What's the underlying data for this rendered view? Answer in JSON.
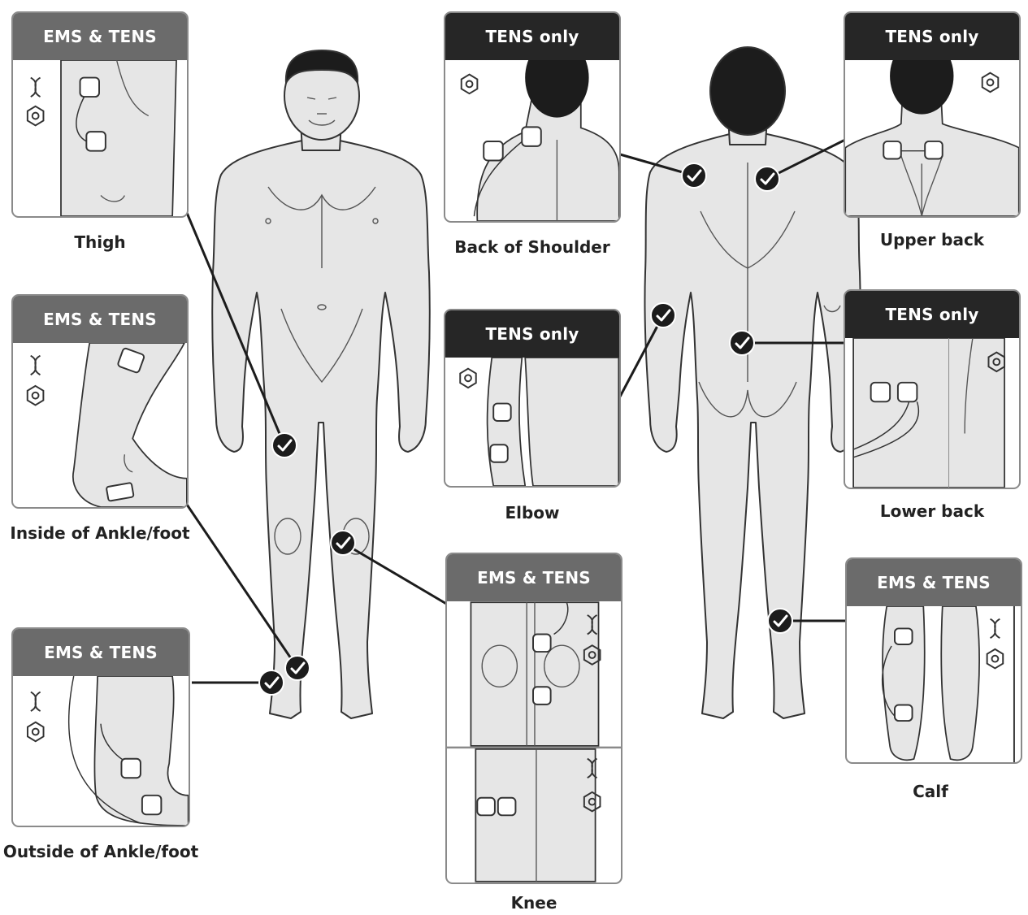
{
  "cards": {
    "thigh": {
      "header": "EMS & TENS",
      "label": "Thigh"
    },
    "inside_ankle": {
      "header": "EMS & TENS",
      "label": "Inside of Ankle/foot"
    },
    "outside_ankle": {
      "header": "EMS & TENS",
      "label": "Outside of Ankle/foot"
    },
    "back_shoulder": {
      "header": "TENS only",
      "label": "Back of Shoulder"
    },
    "elbow": {
      "header": "TENS only",
      "label": "Elbow"
    },
    "knee": {
      "header": "EMS & TENS",
      "label": "Knee"
    },
    "upper_back": {
      "header": "TENS only",
      "label": "Upper back"
    },
    "lower_back": {
      "header": "TENS only",
      "label": "Lower back"
    },
    "calf": {
      "header": "EMS & TENS",
      "label": "Calf"
    }
  },
  "icons": {
    "ems": "muscle-stimulation-icon",
    "tens": "hexagon-nerve-icon",
    "marker": "check-marker-icon"
  },
  "colors": {
    "ems_header": "#6b6b6b",
    "tens_header": "#262626",
    "body_fill": "#e6e6e6",
    "outline": "#333333"
  }
}
